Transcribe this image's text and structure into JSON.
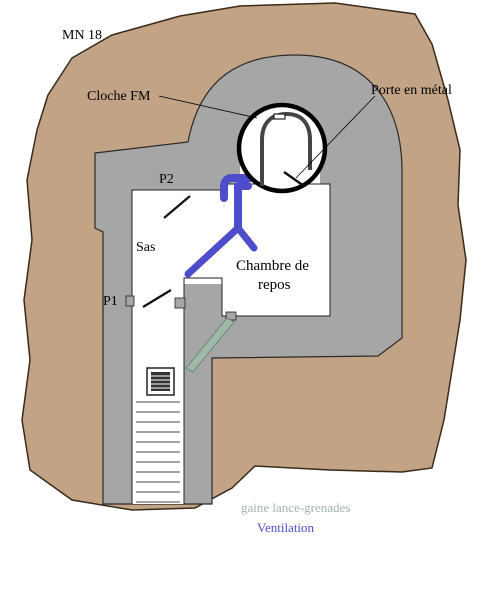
{
  "title": "MN 18",
  "labels": {
    "cloche": "Cloche FM",
    "porte": "Porte en métal",
    "p2": "P2",
    "p1": "P1",
    "sas": "Sas",
    "chambre_line1": "Chambre de",
    "chambre_line2": "repos"
  },
  "legend": {
    "gaine": "gaine lance-grenades",
    "ventilation": "Ventilation"
  },
  "colors": {
    "earth": "#c2a385",
    "concrete": "#a6a6a6",
    "ventilation": "#4d4dcc",
    "gaine": "#9fb8a8"
  }
}
